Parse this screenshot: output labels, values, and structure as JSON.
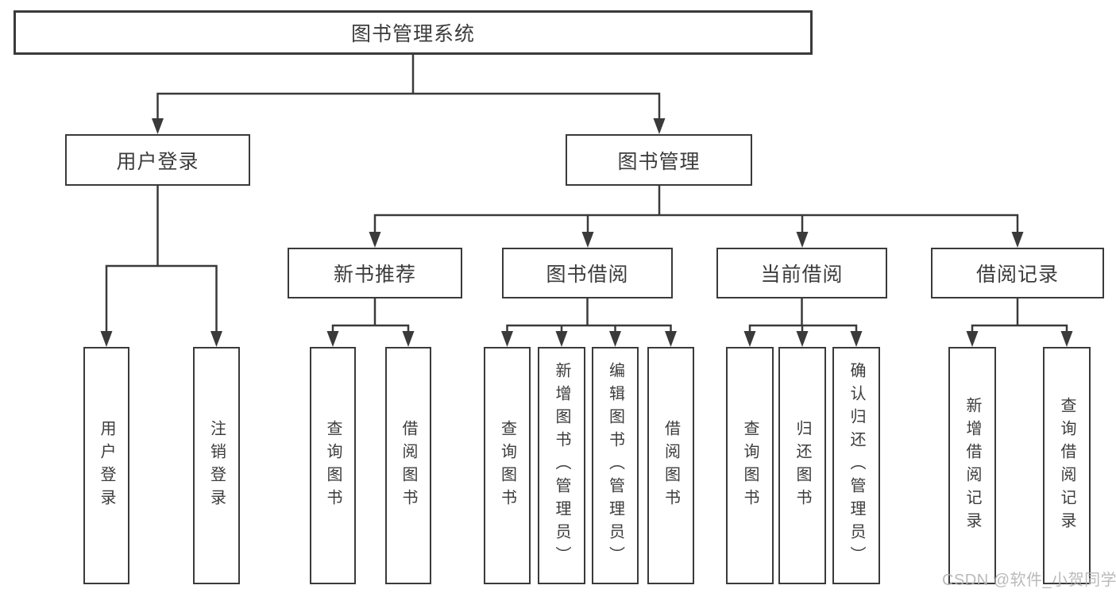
{
  "diagram_title": "图书管理系统",
  "watermark": {
    "text": "CSDN @软件_小贺同学"
  },
  "colors": {
    "line": "#3a3a3a",
    "text": "#3c3c3c",
    "box_fill": "#ffffff",
    "background": "#ffffff",
    "watermark": "#b3b3b3"
  },
  "nodes": {
    "root": {
      "label": "图书管理系统"
    },
    "user_login": {
      "label": "用户登录"
    },
    "book_mgmt": {
      "label": "图书管理"
    },
    "new_book_rec": {
      "label": "新书推荐"
    },
    "book_borrow": {
      "label": "图书借阅"
    },
    "current_borrow": {
      "label": "当前借阅"
    },
    "borrow_records": {
      "label": "借阅记录"
    },
    "leaf_user_login": {
      "label": "用户登录"
    },
    "leaf_logout": {
      "label": "注销登录"
    },
    "nb_query_books": {
      "label": "查询图书"
    },
    "nb_borrow_books": {
      "label": "借阅图书"
    },
    "bb_query_books": {
      "label": "查询图书"
    },
    "bb_add_books": {
      "label": "新增图书（管理员）"
    },
    "bb_edit_books": {
      "label": "编辑图书（管理员）"
    },
    "bb_borrow_books": {
      "label": "借阅图书"
    },
    "cb_query_books": {
      "label": "查询图书"
    },
    "cb_return_books": {
      "label": "归还图书"
    },
    "cb_confirm_return": {
      "label": "确认归还（管理员）"
    },
    "br_add_record": {
      "label": "新增借阅记录"
    },
    "br_query_record": {
      "label": "查询借阅记录"
    }
  },
  "hierarchy": {
    "图书管理系统": {
      "用户登录": [
        "用户登录",
        "注销登录"
      ],
      "图书管理": {
        "新书推荐": [
          "查询图书",
          "借阅图书"
        ],
        "图书借阅": [
          "查询图书",
          "新增图书（管理员）",
          "编辑图书（管理员）",
          "借阅图书"
        ],
        "当前借阅": [
          "查询图书",
          "归还图书",
          "确认归还（管理员）"
        ],
        "借阅记录": [
          "新增借阅记录",
          "查询借阅记录"
        ]
      }
    }
  }
}
